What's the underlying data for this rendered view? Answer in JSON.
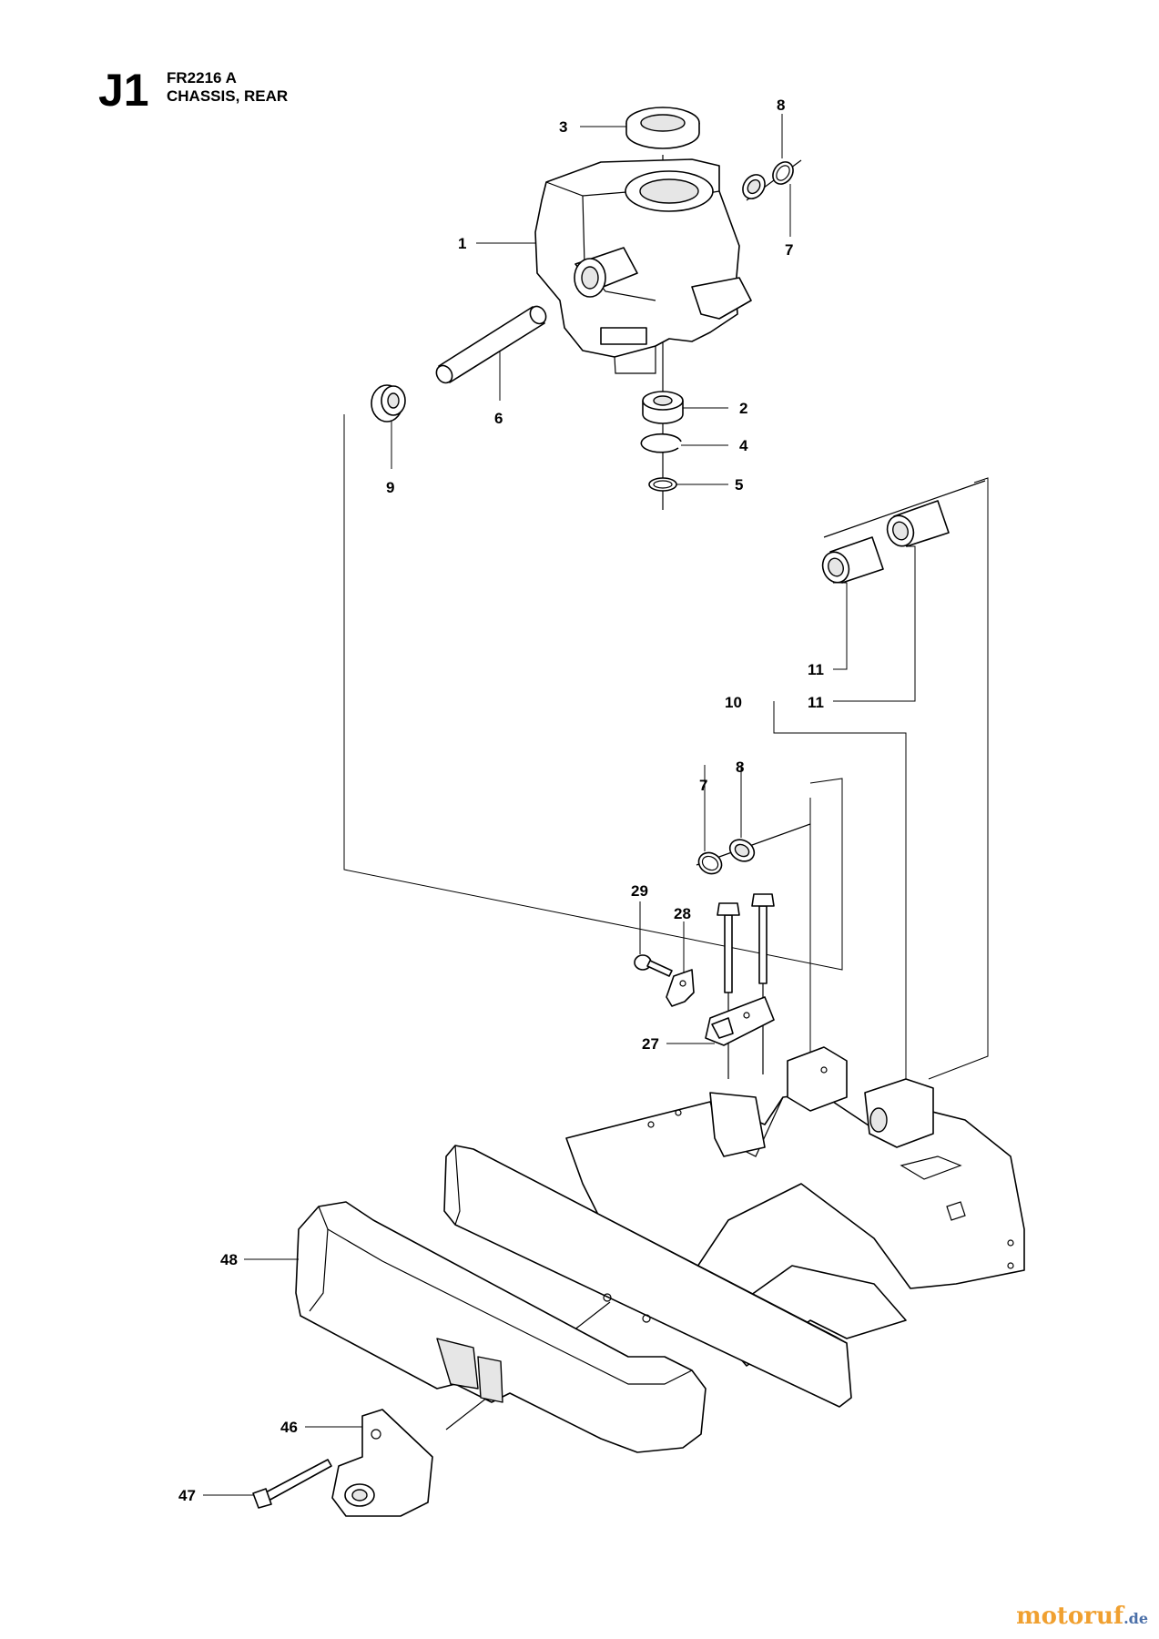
{
  "header": {
    "sheet_code": "J1",
    "model": "FR2216 A",
    "section_title": "CHASSIS, REAR"
  },
  "callouts": {
    "c1": "1",
    "c2": "2",
    "c3": "3",
    "c4": "4",
    "c5": "5",
    "c6": "6",
    "c7_top": "7",
    "c8_top": "8",
    "c9": "9",
    "c10": "10",
    "c11_a": "11",
    "c11_b": "11",
    "c7_mid": "7",
    "c8_mid": "8",
    "c29": "29",
    "c28": "28",
    "c27": "27",
    "c48": "48",
    "c46": "46",
    "c47": "47"
  },
  "watermark": {
    "main": "motoruf",
    "tld": ".de"
  }
}
